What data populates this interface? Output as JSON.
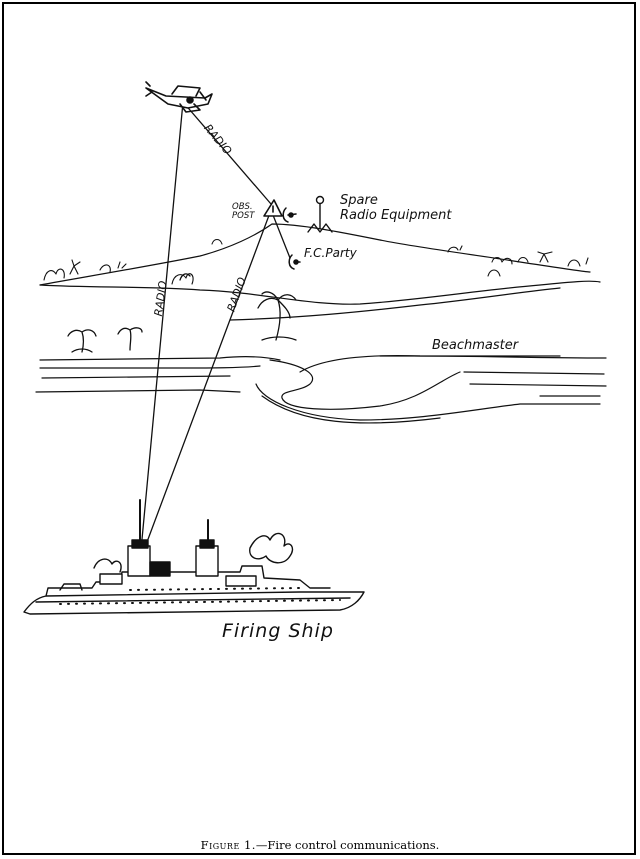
{
  "labels": {
    "obs_post_line1": "OBS.",
    "obs_post_line2": "POST",
    "spare_line1": "Spare",
    "spare_line2": "Radio Equipment",
    "fc_party": "F.C.Party",
    "beachmaster": "Beachmaster",
    "firing_ship": "Firing Ship",
    "radio": "RADIO"
  },
  "caption": {
    "figure": "Figure 1.",
    "text": "—Fire control communications."
  }
}
